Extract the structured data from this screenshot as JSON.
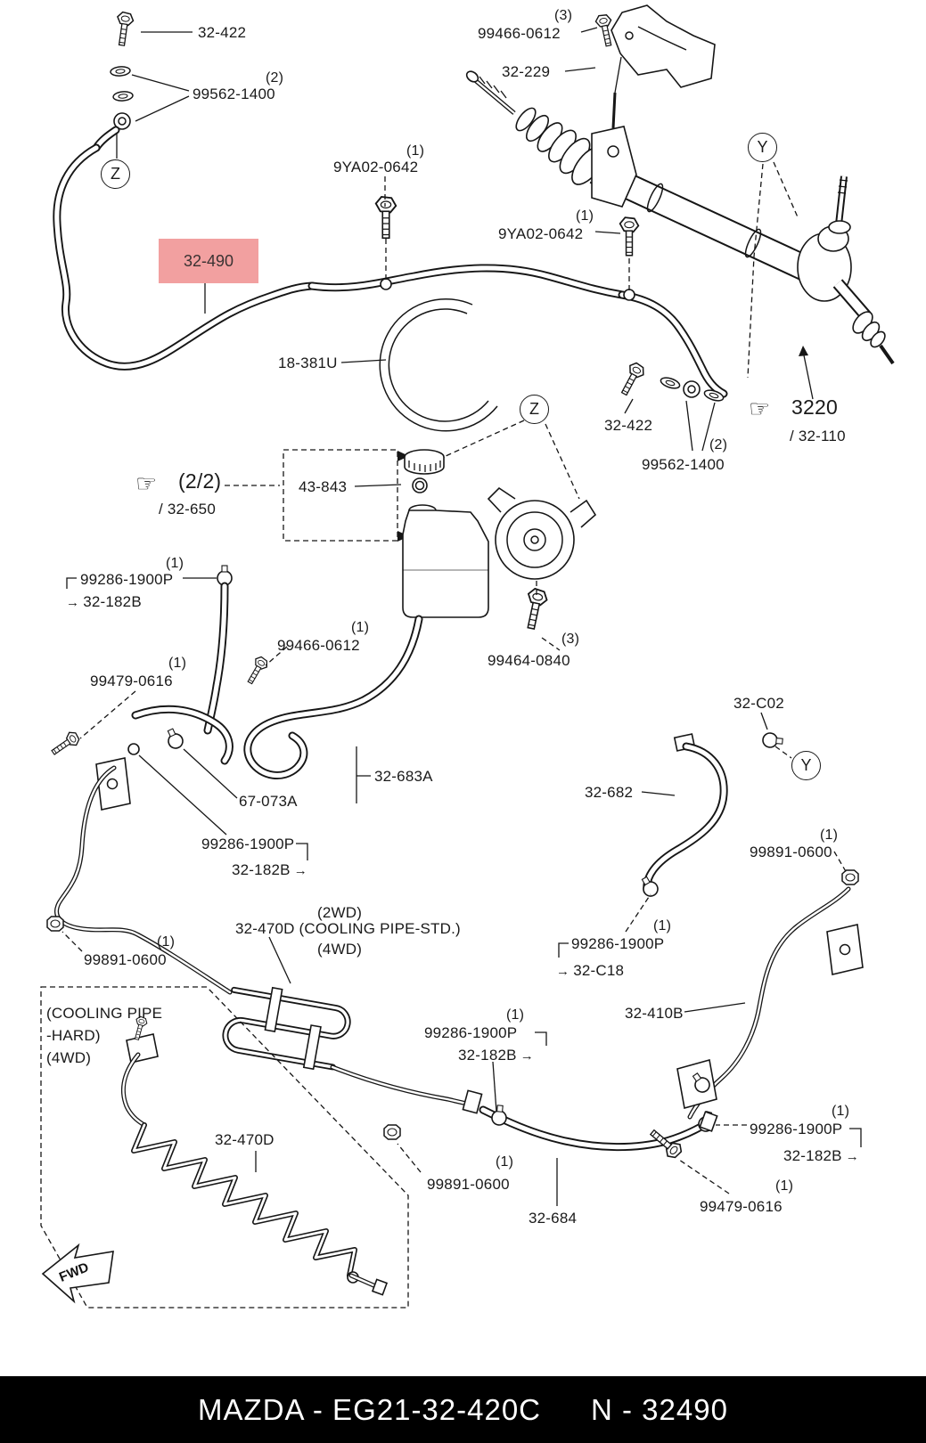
{
  "highlight": {
    "part_number": "32-490",
    "color": "#f2a0a0"
  },
  "zone_markers": [
    {
      "letter": "Z"
    },
    {
      "letter": "Y"
    },
    {
      "letter": "Z"
    },
    {
      "letter": "Y"
    }
  ],
  "hand_refs": [
    {
      "pointer": "☞",
      "label": "3220",
      "sub": "/ 32-110"
    },
    {
      "pointer": "☞",
      "label": "(2/2)",
      "sub": "/ 32-650"
    }
  ],
  "fwd_marker": "FWD",
  "callouts": [
    {
      "text": "32-422"
    },
    {
      "qty": "(2)",
      "text": "99562-1400"
    },
    {
      "qty": "(3)",
      "text": "99466-0612"
    },
    {
      "text": "32-229"
    },
    {
      "qty": "(1)",
      "text": "9YA02-0642"
    },
    {
      "qty": "(1)",
      "text": "9YA02-0642"
    },
    {
      "text": "18-381U"
    },
    {
      "text": "32-422"
    },
    {
      "qty": "(2)",
      "text": "99562-1400"
    },
    {
      "text": "43-843"
    },
    {
      "qty": "(1)",
      "text": "99286-1900P",
      "ref": "32-182B"
    },
    {
      "qty": "(1)",
      "text": "99466-0612"
    },
    {
      "qty": "(3)",
      "text": "99464-0840"
    },
    {
      "qty": "(1)",
      "text": "99479-0616"
    },
    {
      "text": "32-C02"
    },
    {
      "text": "32-682"
    },
    {
      "text": "32-683A"
    },
    {
      "text": "67-073A"
    },
    {
      "qty": "(1)",
      "text": "99891-0600"
    },
    {
      "text": "99286-1900P",
      "ref": "32-182B"
    },
    {
      "text": "(2WD)"
    },
    {
      "text": "32-470D (COOLING PIPE-STD.)"
    },
    {
      "text": "(4WD)"
    },
    {
      "qty": "(1)",
      "text": "99286-1900P",
      "ref": "32-C18"
    },
    {
      "qty": "(1)",
      "text": "99891-0600"
    },
    {
      "text": "32-410B"
    },
    {
      "lines": [
        "(COOLING PIPE",
        "-HARD)",
        "(4WD)"
      ]
    },
    {
      "qty": "(1)",
      "text": "99286-1900P",
      "ref": "32-182B"
    },
    {
      "qty": "(1)",
      "text": "99286-1900P",
      "ref": "32-182B"
    },
    {
      "text": "32-470D"
    },
    {
      "qty": "(1)",
      "text": "99891-0600"
    },
    {
      "text": "32-684"
    },
    {
      "qty": "(1)",
      "text": "99479-0616"
    }
  ],
  "banner": {
    "catalog_code": "MAZDA - EG21-32-420C",
    "part_ref": "N - 32490"
  }
}
